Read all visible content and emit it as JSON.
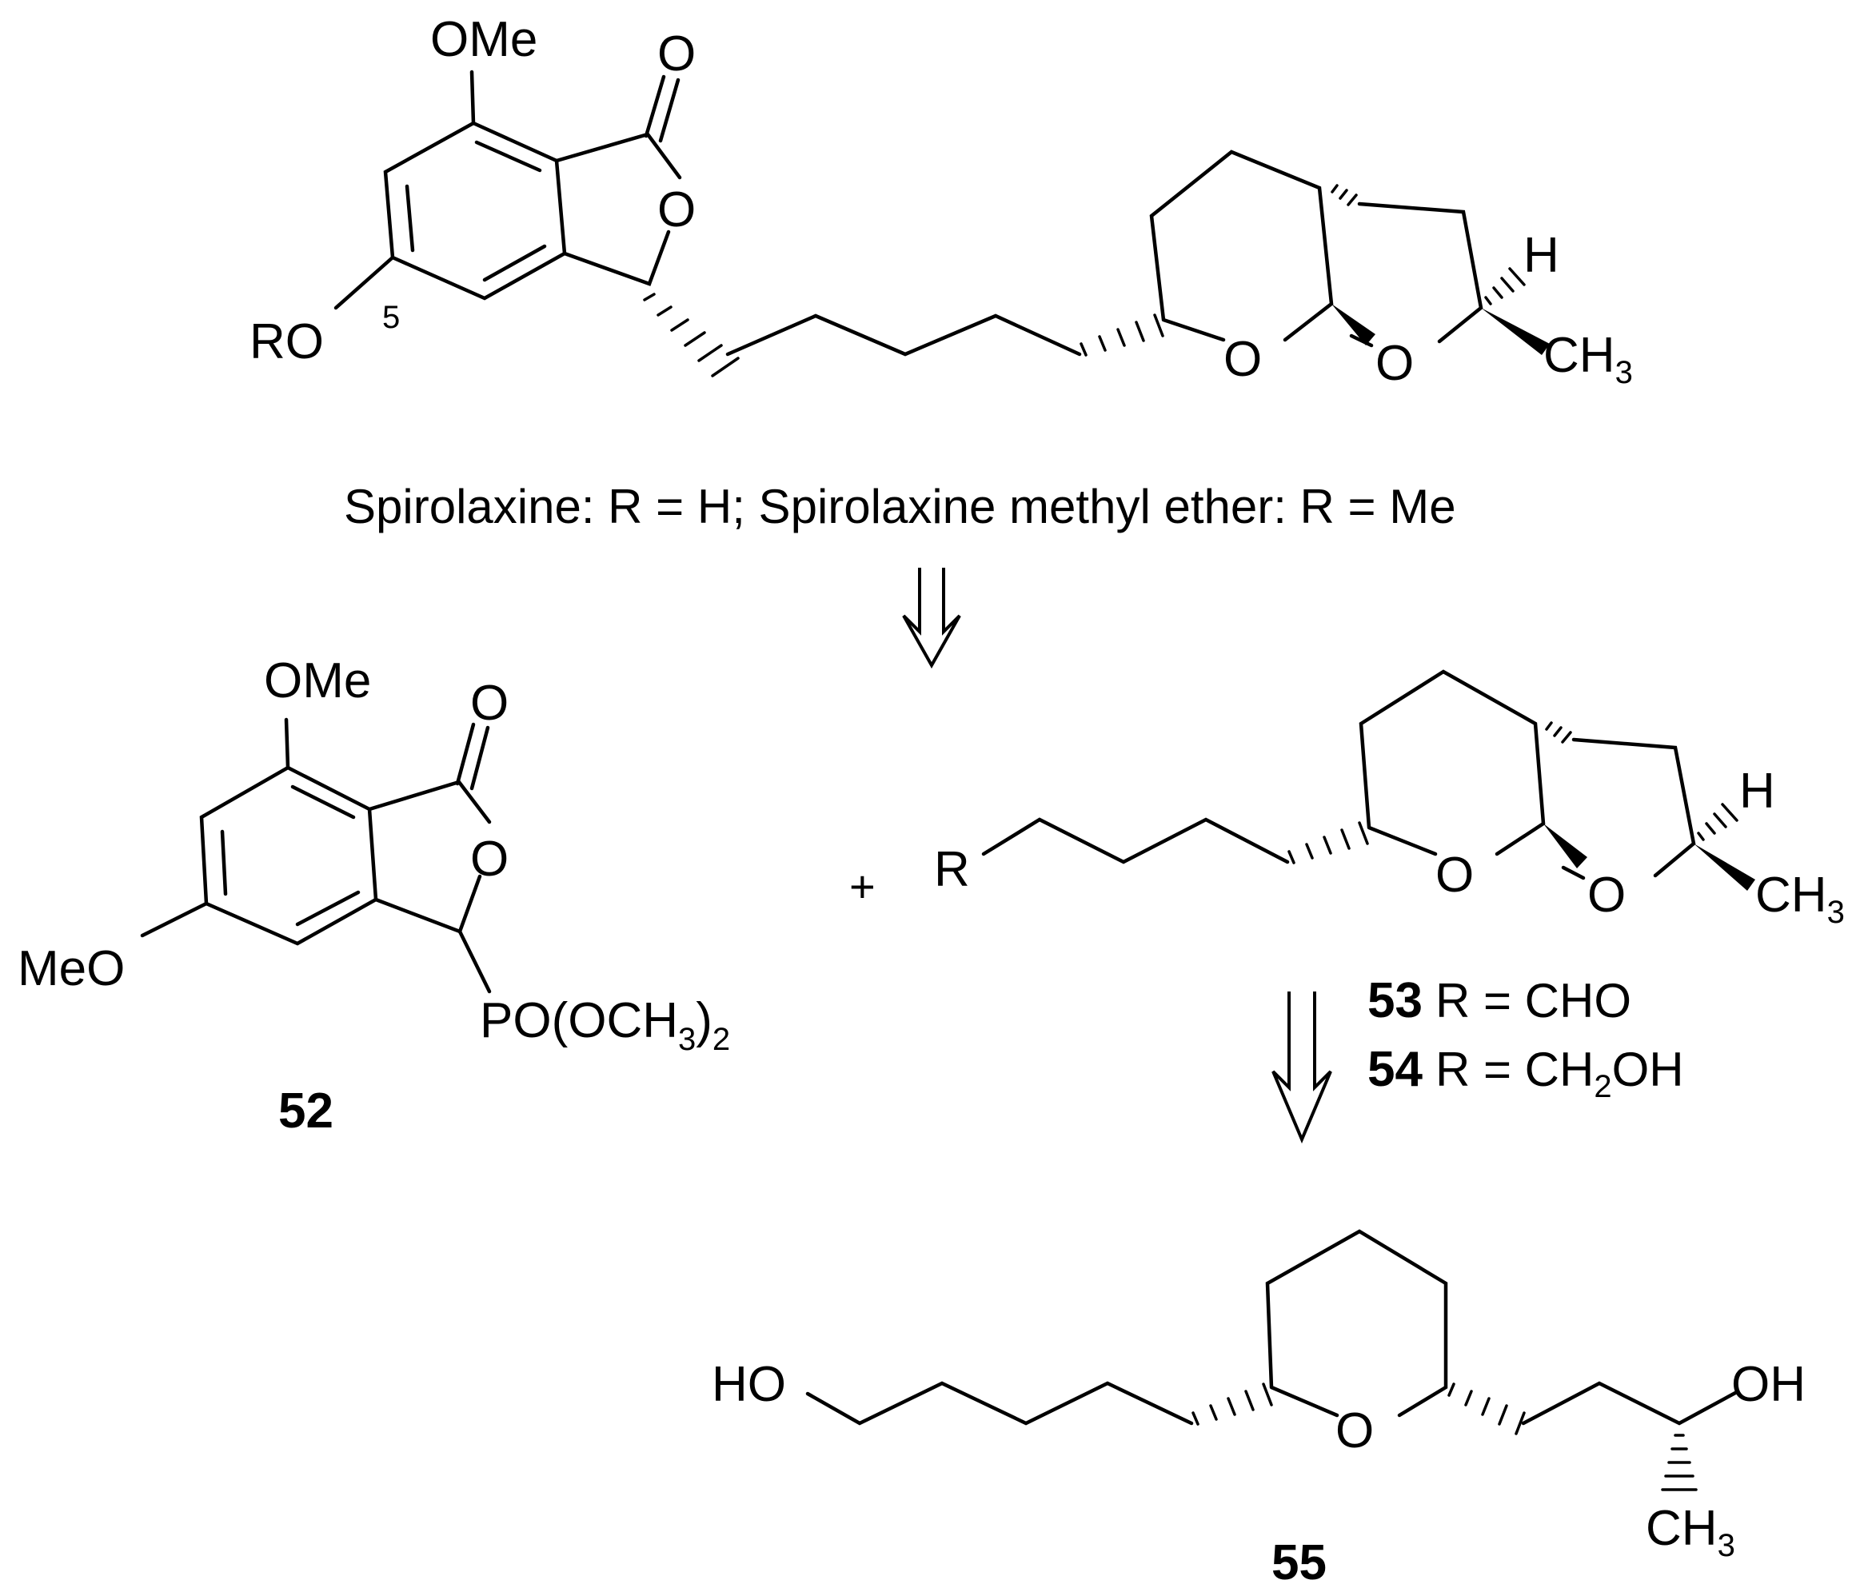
{
  "scheme": {
    "caption": "Spirolaxine: R = H; Spirolaxine methyl ether: R = Me",
    "plus": "+",
    "top": {
      "ome": "OMe",
      "carbonyl_o": "O",
      "ring_o": "O",
      "ro": "RO",
      "locant": "5",
      "thp_o": "O",
      "thf_o": "O",
      "h": "H",
      "ch": "CH",
      "sub3": "3"
    },
    "c52": {
      "ome": "OMe",
      "carbonyl_o": "O",
      "ring_o": "O",
      "meo": "MeO",
      "po_a": "PO(OCH",
      "po_sub3": "3",
      "po_b": ")",
      "po_sub2": "2",
      "label": "52"
    },
    "c5354": {
      "r": "R",
      "thp_o": "O",
      "thf_o": "O",
      "h": "H",
      "ch": "CH",
      "sub3": "3",
      "l53_num": "53",
      "l53_text": "R = CHO",
      "l54_num": "54",
      "l54_text_a": "R = CH",
      "l54_sub": "2",
      "l54_text_b": "OH"
    },
    "c55": {
      "ho": "HO",
      "ring_o": "O",
      "oh": "OH",
      "ch": "CH",
      "sub3": "3",
      "label": "55"
    }
  }
}
